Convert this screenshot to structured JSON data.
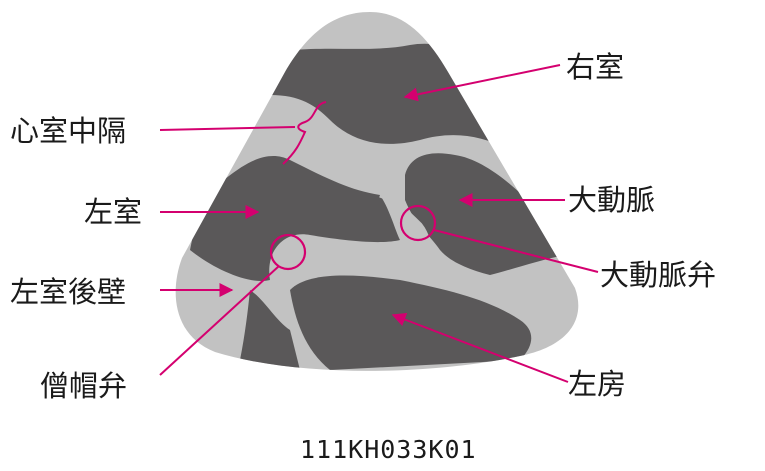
{
  "diagram": {
    "labels": {
      "right_ventricle": "右室",
      "septum": "心室中隔",
      "left_ventricle": "左室",
      "aorta": "大動脈",
      "aortic_valve": "大動脈弁",
      "lv_posterior_wall": "左室後壁",
      "mitral_valve": "僧帽弁",
      "left_atrium": "左房"
    },
    "code": "111KH033K01"
  },
  "colors": {
    "tissue_light": "#c2c2c2",
    "tissue_dark": "#5a5859",
    "pointer": "#d4006f"
  }
}
